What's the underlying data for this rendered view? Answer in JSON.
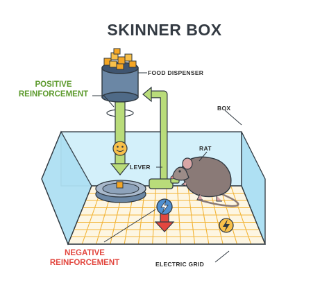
{
  "title": "SKINNER BOX",
  "labels": {
    "food_dispenser": "FOOD DISPENSER",
    "box": "BOX",
    "rat": "RAT",
    "lever": "LEVER",
    "electric_grid": "ELECTRIC GRID",
    "positive_line1": "POSITIVE",
    "positive_line2": "REINFORCEMENT",
    "negative_line1": "NEGATIVE",
    "negative_line2": "REINFORCEMENT"
  },
  "icons": [
    "food-cubes-icon",
    "smiley-face-icon",
    "lightning-icon",
    "rat-illustration"
  ],
  "colors": {
    "outline": "#2f3840",
    "positive": "#5c9a2c",
    "negative": "#e2473f",
    "glass": "#b9e6f7",
    "grid": "#f2b437",
    "floor": "#fdf6e3",
    "dispenser": "#6b87a5",
    "food": "#f5a623",
    "tube": "#b9dc7a"
  }
}
